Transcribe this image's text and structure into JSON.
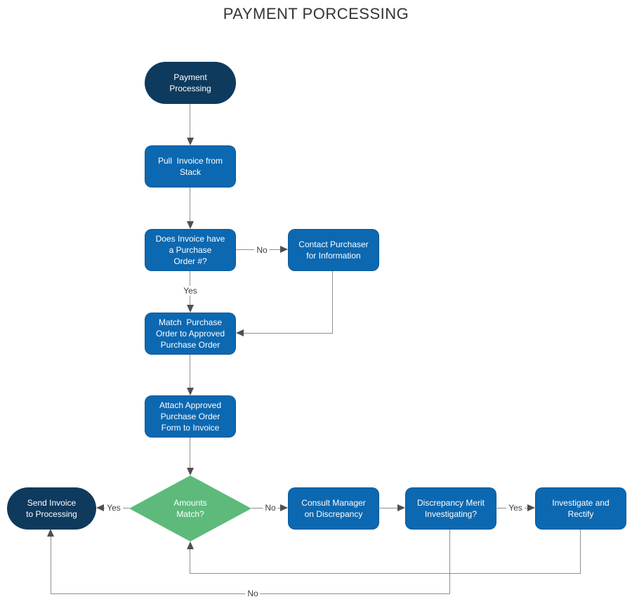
{
  "title": "PAYMENT PORCESSING",
  "colors": {
    "navy": "#0e3a5e",
    "blue": "#0c68b1",
    "green": "#5dba7b",
    "line": "#8f8f8f",
    "arrow": "#4f4f4f",
    "label_text": "#404040",
    "title_text": "#333333"
  },
  "nodes": {
    "start": {
      "label": "Payment\nProcessing",
      "shape": "terminal"
    },
    "pull_invoice": {
      "label": "Pull  Invoice from\nStack",
      "shape": "process"
    },
    "has_po": {
      "label": "Does Invoice have\na Purchase\nOrder #?",
      "shape": "process"
    },
    "contact_purchaser": {
      "label": "Contact Purchaser\nfor Information",
      "shape": "process"
    },
    "match_po": {
      "label": "Match  Purchase\nOrder to Approved\nPurchase Order",
      "shape": "process"
    },
    "attach_po": {
      "label": "Attach Approved\nPurchase Order\nForm to Invoice",
      "shape": "process"
    },
    "amounts_match": {
      "label": "Amounts\nMatch?",
      "shape": "decision"
    },
    "send_invoice": {
      "label": "Send Invoice\nto Processing",
      "shape": "terminal"
    },
    "consult_manager": {
      "label": "Consult Manager\non Discrepancy",
      "shape": "process"
    },
    "discrepancy_merit": {
      "label": "Discrepancy Merit\nInvestigating?",
      "shape": "process"
    },
    "investigate": {
      "label": "Investigate and\nRectify",
      "shape": "process"
    }
  },
  "edge_labels": {
    "has_po_no": "No",
    "has_po_yes": "Yes",
    "amounts_yes": "Yes",
    "amounts_no": "No",
    "merit_yes": "Yes",
    "merit_no": "No"
  }
}
